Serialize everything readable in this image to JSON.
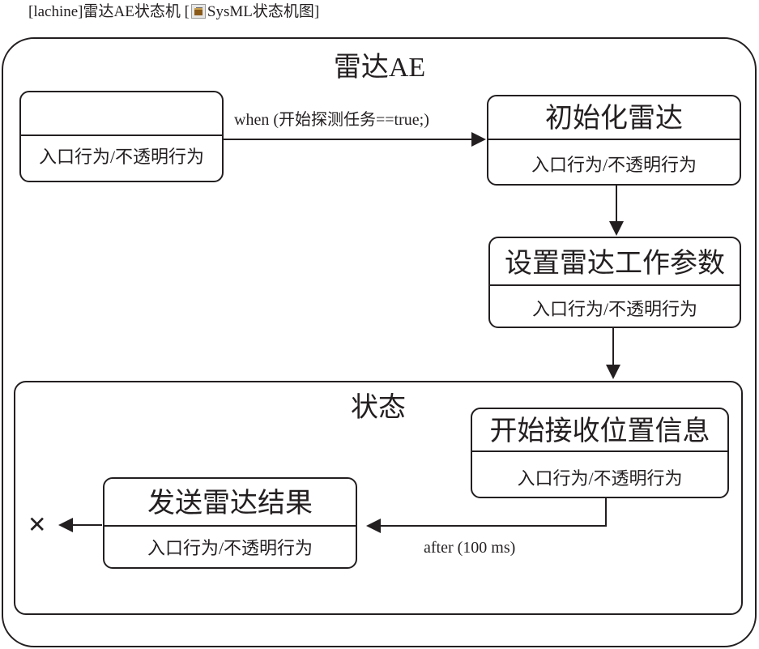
{
  "header": {
    "prefix": "[lachine]雷达AE状态机  [",
    "icon": "diagram-type-icon",
    "type_label": "SysML状态机图]"
  },
  "machine": {
    "title": "雷达AE"
  },
  "states": {
    "initial": {
      "name": "",
      "entry": "入口行为/不透明行为"
    },
    "init_radar": {
      "name": "初始化雷达",
      "entry": "入口行为/不透明行为"
    },
    "set_params": {
      "name": "设置雷达工作参数",
      "entry": "入口行为/不透明行为"
    },
    "composite": {
      "name": "状态"
    },
    "receive_pos": {
      "name": "开始接收位置信息",
      "entry": "入口行为/不透明行为"
    },
    "send_result": {
      "name": "发送雷达结果",
      "entry": "入口行为/不透明行为"
    }
  },
  "transitions": {
    "t1": {
      "label": "when (开始探测任务==true;)"
    },
    "t4": {
      "label": "after (100 ms)"
    }
  },
  "terminate": {
    "symbol": "✕",
    "icon": "terminate-icon"
  },
  "colors": {
    "stroke": "#231f20",
    "background": "#ffffff"
  }
}
